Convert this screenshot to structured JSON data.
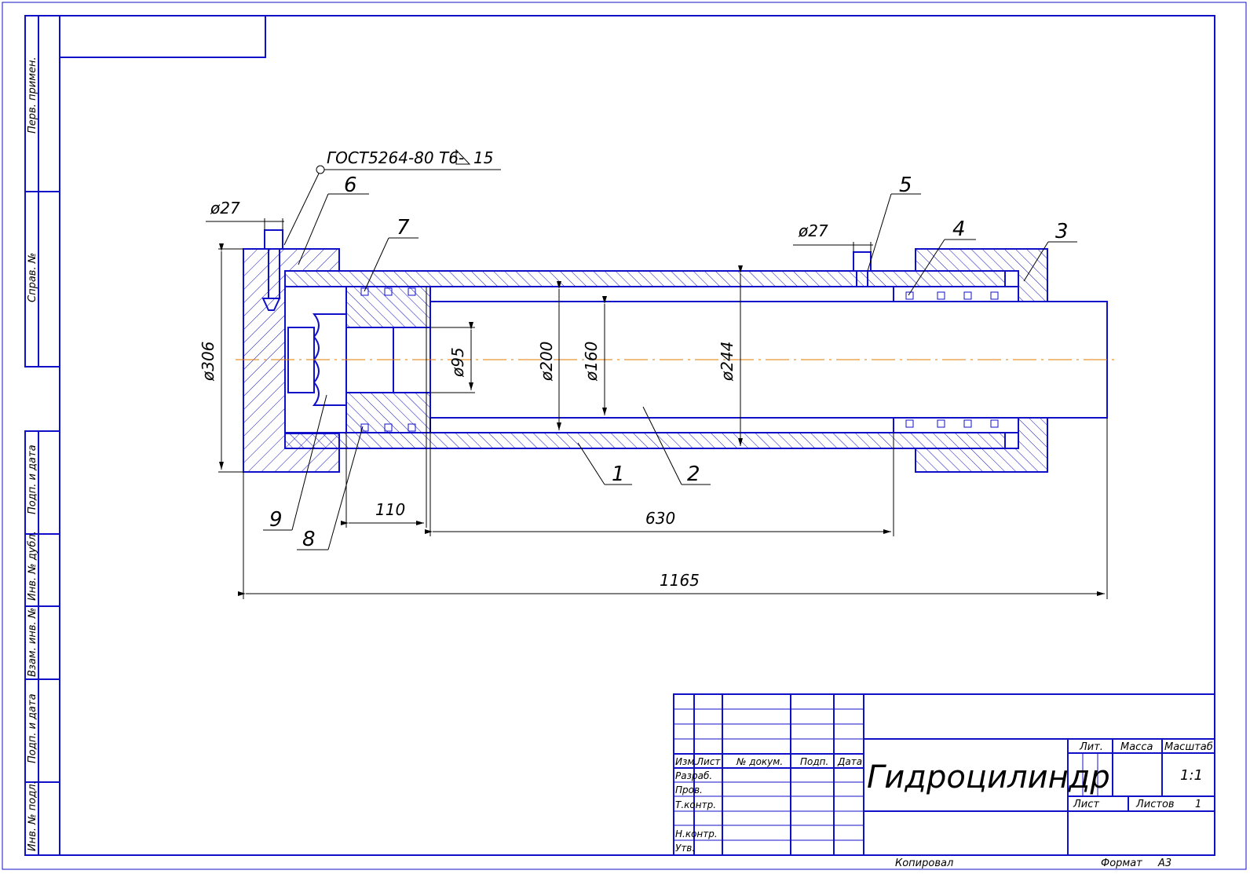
{
  "sidebar": {
    "perv_primen": "Перв. примен.",
    "sprav_no": "Справ. №",
    "podp_data_1": "Подп. и дата",
    "inv_dubl": "Инв. № дубл.",
    "vzam_inv": "Взам. инв. №",
    "podp_data_2": "Подп. и дата",
    "inv_podl": "Инв. № подл."
  },
  "drawing": {
    "weld_note": "ГОСТ5264-80 Т6-",
    "weld_leg": "15",
    "callouts": [
      "1",
      "2",
      "3",
      "4",
      "5",
      "6",
      "7",
      "8",
      "9"
    ],
    "dimensions": {
      "d27_left": "ø27",
      "d27_right": "ø27",
      "d306": "ø306",
      "d95": "ø95",
      "d200": "ø200",
      "d160": "ø160",
      "d244": "ø244",
      "l110": "110",
      "l630": "630",
      "l1165": "1165"
    }
  },
  "title_block": {
    "title": "Гидроцилиндр",
    "izm": "Изм.",
    "list": "Лист",
    "n_dokum": "№ докум.",
    "podp": "Подп.",
    "data": "Дата",
    "razrab": "Разраб.",
    "prov": "Пров.",
    "tkontr": "Т.контр.",
    "nkontr": "Н.контр.",
    "utv": "Утв.",
    "lit": "Лит.",
    "massa": "Масса",
    "masshtab": "Масштаб",
    "scale": "1:1",
    "list_label": "Лист",
    "listov_label": "Листов",
    "listov": "1"
  },
  "footer": {
    "kopiroval": "Копировал",
    "format_label": "Формат",
    "format": "A3"
  }
}
